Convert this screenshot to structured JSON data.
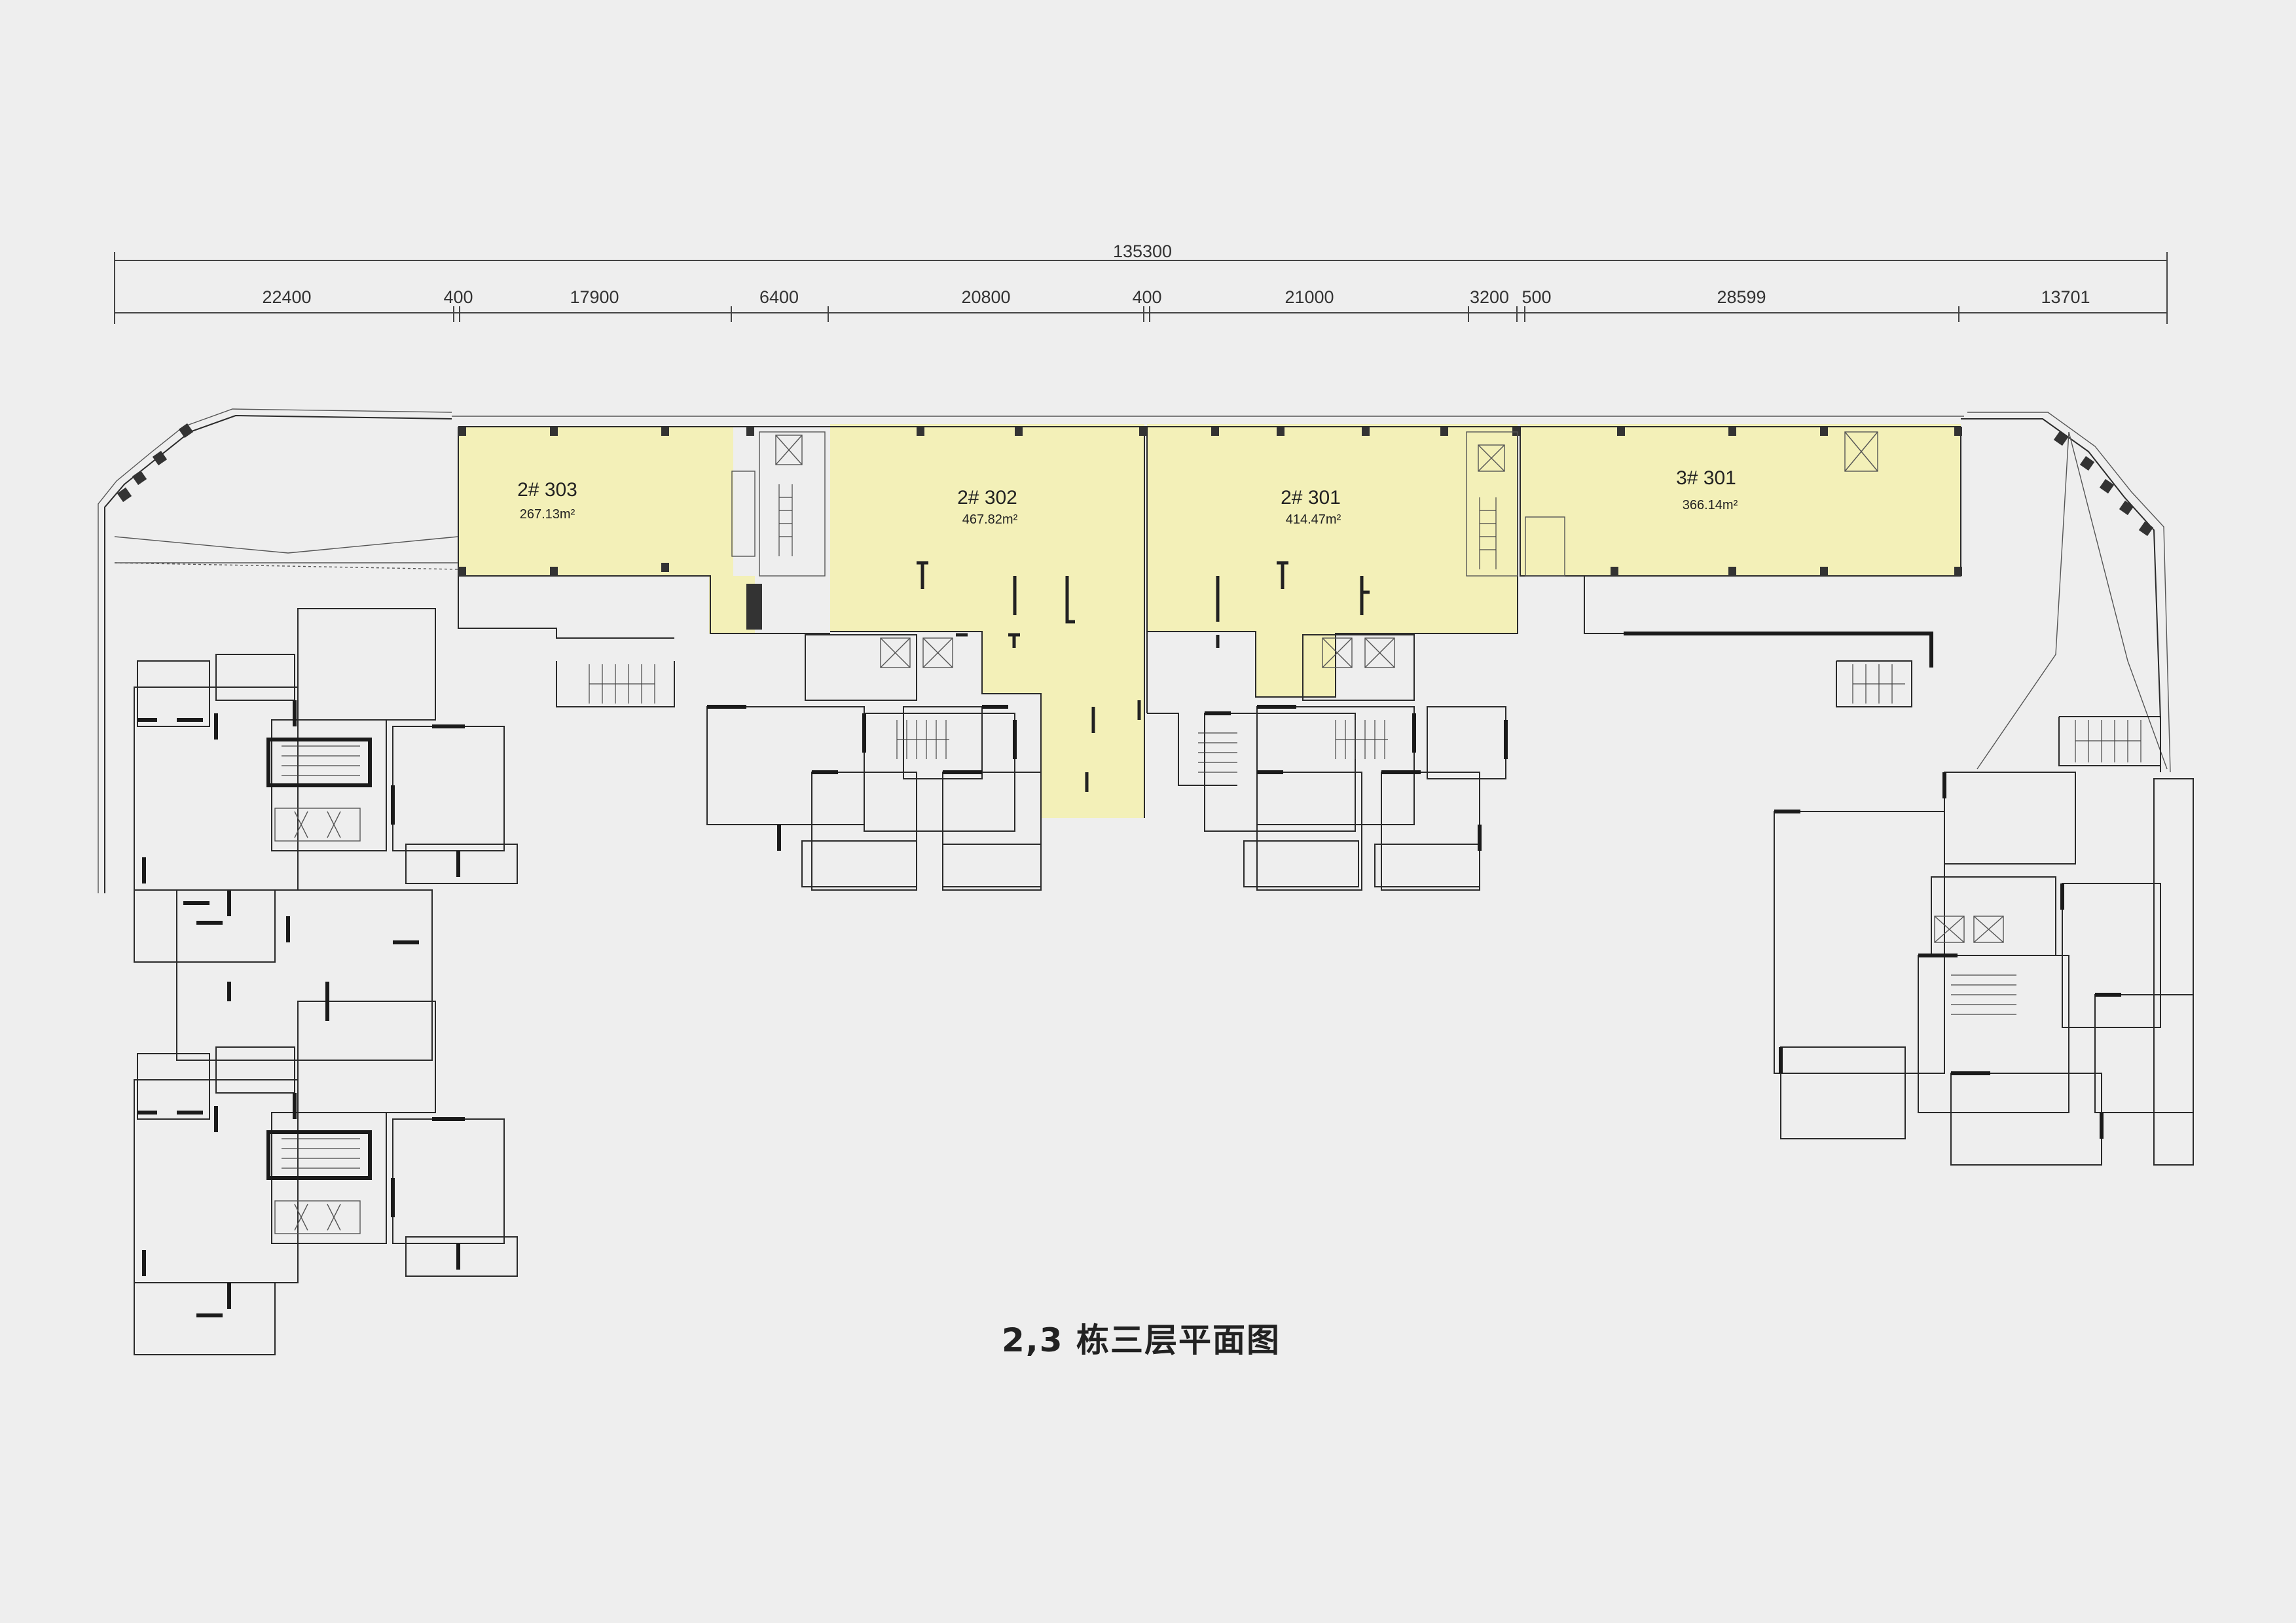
{
  "dimensions": {
    "total": "135300",
    "segments": [
      "22400",
      "400",
      "17900",
      "6400",
      "20800",
      "400",
      "21000",
      "3200",
      "500",
      "28599",
      "13701"
    ]
  },
  "units": [
    {
      "id": "2# 303",
      "area": "267.13m²"
    },
    {
      "id": "2# 302",
      "area": "467.82m²"
    },
    {
      "id": "2# 301",
      "area": "414.47m²"
    },
    {
      "id": "3# 301",
      "area": "366.14m²"
    }
  ],
  "caption": "2,3 栋三层平面图",
  "colors": {
    "background": "#eeeeee",
    "highlight": "#f3f0b8",
    "walls": "#2a2a2a"
  }
}
